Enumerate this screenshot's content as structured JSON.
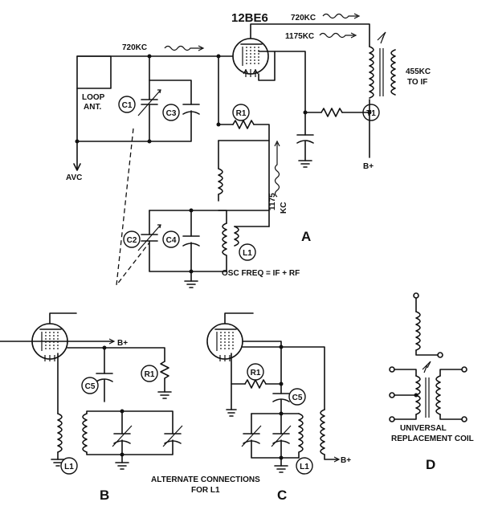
{
  "tube": "12BE6",
  "labels": {
    "rf_in": "720KC",
    "out_720": "720KC",
    "out_1175": "1175KC",
    "if_455": "455KC",
    "to_if": "TO IF",
    "loop1": "LOOP",
    "loop2": "ANT.",
    "avc": "AVC",
    "bplus": "B+",
    "osc1": "1175",
    "osc2": "KC",
    "osc_eq": "OSC FREQ = IF + RF",
    "alt1": "ALTERNATE CONNECTIONS",
    "alt2": "FOR L1",
    "univ1": "UNIVERSAL",
    "univ2": "REPLACEMENT COIL"
  },
  "components": {
    "c1": "C1",
    "c2": "C2",
    "c3": "C3",
    "c4": "C4",
    "c5": "C5",
    "r1": "R1",
    "l1": "L1",
    "t1": "T1"
  },
  "figures": {
    "a": "A",
    "b": "B",
    "c": "C",
    "d": "D"
  }
}
